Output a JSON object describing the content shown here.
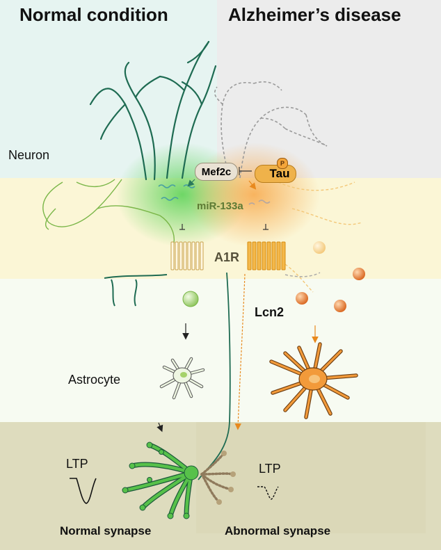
{
  "titles": {
    "left": "Normal condition",
    "right": "Alzheimer’s disease"
  },
  "labels": {
    "neuron": "Neuron",
    "mef2c": "Mef2c",
    "tau": "Tau",
    "tau_phospho": "P",
    "mir": "miR-133a",
    "a1r": "A1R",
    "lcn2": "Lcn2",
    "astrocyte": "Astrocyte",
    "ltp_left": "LTP",
    "ltp_right": "LTP",
    "normal_synapse": "Normal synapse",
    "abnormal_synapse": "Abnormal synapse"
  },
  "colors": {
    "normal_bg": "#e6f4f1",
    "ad_bg": "#ececec",
    "band_yellow": "#fbf6d6",
    "band_light": "#f7fbf2",
    "synapse_band": "#dedcbe",
    "neuron_green": "#1e6b52",
    "light_green": "#7ab648",
    "orange": "#f08c1e",
    "dark_orange": "#d4691a",
    "olive": "#a89c6a",
    "mef2c_fill": "#e9e2d4",
    "tau_fill": "#efb24a"
  }
}
